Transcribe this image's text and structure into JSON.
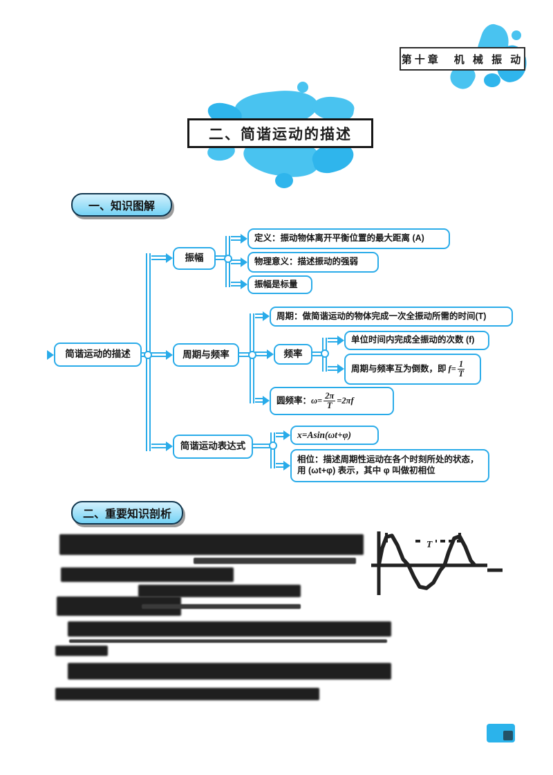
{
  "page": {
    "chapter_header": "第十章　机 械 振 动",
    "title": "二、简谐运动的描述",
    "section1_label": "一、知识图解",
    "section2_label": "二、重要知识剖析"
  },
  "mindmap": {
    "root": "简谐运动的描述",
    "amplitude": "振幅",
    "amp_def": "定义：振动物体离开平衡位置的最大距离 (A)",
    "amp_meaning": "物理意义：描述振动的强弱",
    "amp_scalar": "振幅是标量",
    "period_freq": "周期与频率",
    "period": "周期：做简谐运动的物体完成一次全振动所需的时间(T)",
    "frequency": "频率",
    "freq_unit": "单位时间内完成全振动的次数 (f)",
    "recip_text": "周期与频率互为倒数，即",
    "recip_lead": "f=",
    "recip_num": "1",
    "recip_den": "T",
    "angular_label": "圆频率：",
    "angular_lead": "ω=",
    "angular_num": "2π",
    "angular_den": "T",
    "angular_tail": "=2πf",
    "expression": "简谐运动表达式",
    "expr_formula": "x=Asin(ωt+φ)",
    "phase": "相位：描述周期性运动在各个时刻所处的状态，用 (ωt+φ) 表示，其中 φ 叫做初相位"
  },
  "analysis": {
    "graph_period_label": "T"
  },
  "colors": {
    "accent_blue": "#29abe9",
    "splash_blue": "#49c3f0",
    "ink": "#1c1c1c"
  }
}
